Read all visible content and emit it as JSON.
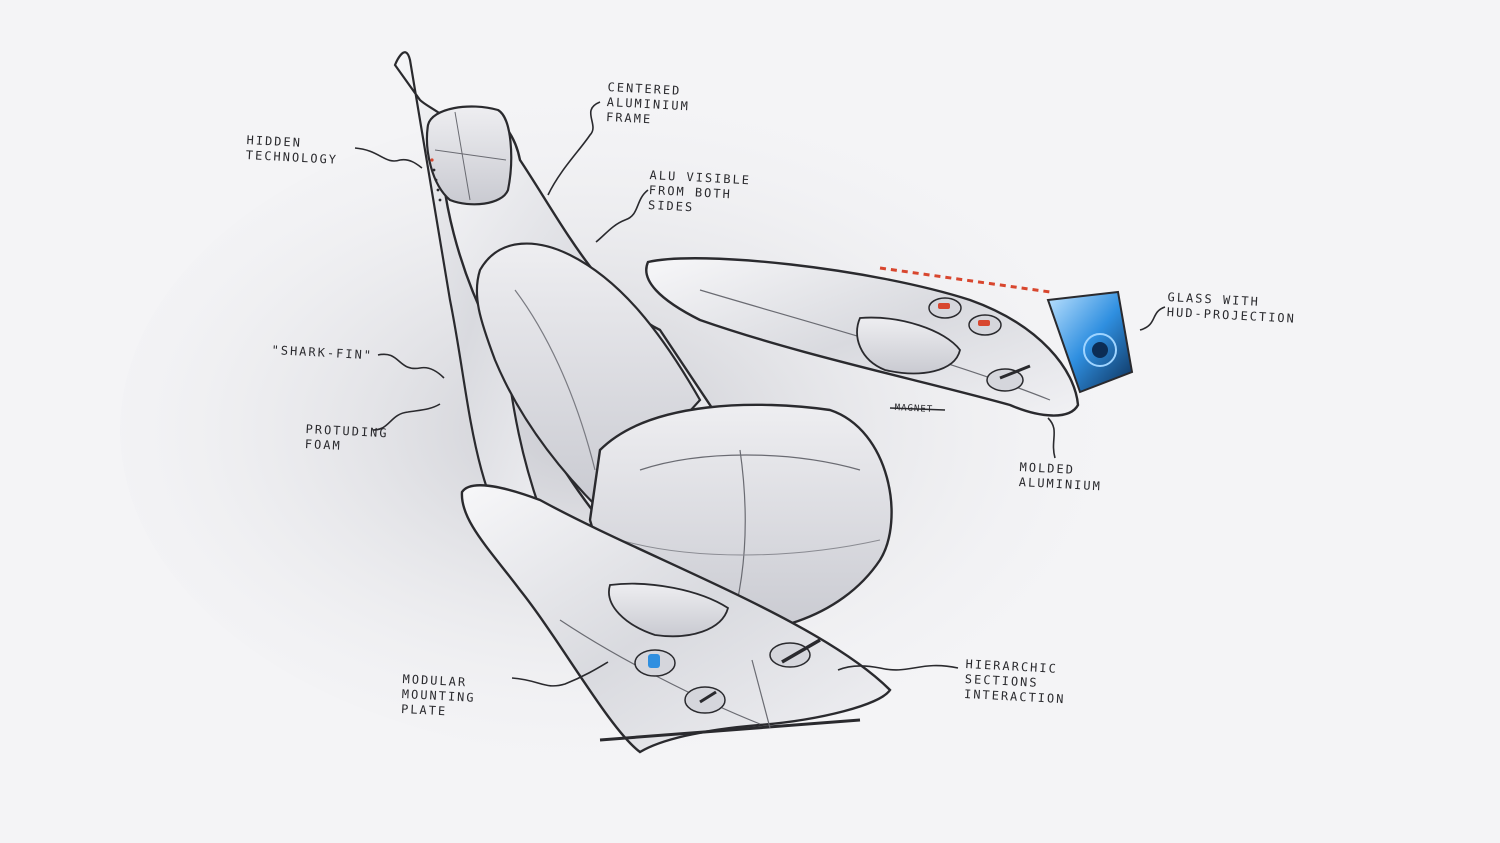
{
  "colors": {
    "background": "#f4f4f6",
    "ink": "#2a2a2e",
    "aluminium": "#dcdde2",
    "shadow": "#b9bac2",
    "hud_blue": "#2f8fe0",
    "accent_red": "#d8462e"
  },
  "annotations": {
    "centered_frame": [
      "CENTERED",
      "ALUMINIUM",
      "FRAME"
    ],
    "hidden_tech": [
      "HIDDEN",
      "TECHNOLOGY"
    ],
    "alu_visible": [
      "ALU VISIBLE",
      "FROM BOTH",
      "SIDES"
    ],
    "glass_hud": [
      "GLASS WITH",
      "HUD-PROJECTION"
    ],
    "shark_fin": [
      "\"SHARK-FIN\""
    ],
    "protruding_foam": [
      "PROTUDING",
      "FOAM"
    ],
    "magnet": [
      "MAGNET"
    ],
    "molded_aluminium": [
      "MOLDED",
      "ALUMINIUM"
    ],
    "modular_plate": [
      "MODULAR",
      "MOUNTING",
      "PLATE"
    ],
    "hierarchic_sections": [
      "HIERARCHIC",
      "SECTIONS",
      "INTERACTION"
    ]
  }
}
